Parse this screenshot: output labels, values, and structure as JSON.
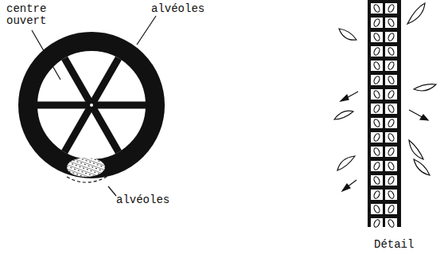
{
  "diagram": {
    "labels": [
      "centre ouvert",
      "alvéoles",
      "alvéoles",
      "Détail"
    ]
  }
}
